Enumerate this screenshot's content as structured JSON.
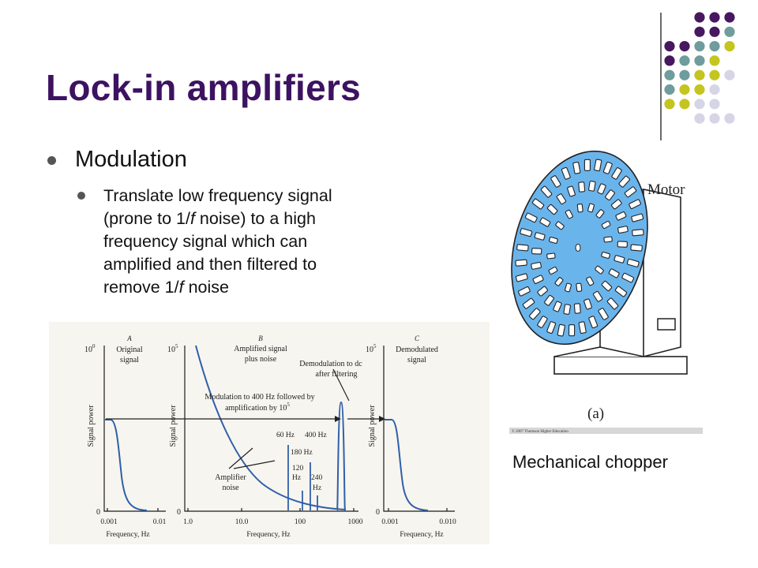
{
  "slide": {
    "title": "Lock-in amplifiers",
    "bullet1": "Modulation",
    "bullet2_lines": [
      [
        "Translate low frequency signal"
      ],
      [
        "(prone to 1/",
        "f",
        " noise) to a high"
      ],
      [
        "frequency signal which can"
      ],
      [
        "amplified and then filtered to"
      ],
      [
        "remove 1/",
        "f",
        " noise"
      ]
    ],
    "caption": "Mechanical chopper"
  },
  "figure": {
    "panel_a": {
      "letter": "A",
      "title_lines": [
        "Original",
        "signal"
      ],
      "y_top": "10",
      "y_top_exp": "0",
      "y_zero": "0",
      "ylabel": "Signal power",
      "x_ticks": [
        "0.001",
        "0.01"
      ],
      "xlabel": "Frequency, Hz"
    },
    "panel_b": {
      "letter": "B",
      "title_lines": [
        "Amplified signal",
        "plus noise"
      ],
      "y_top": "10",
      "y_top_exp": "5",
      "y_zero": "0",
      "ylabel": "Signal power",
      "x_ticks": [
        "1.0",
        "10.0",
        "100",
        "1000"
      ],
      "xlabel": "Frequency, Hz",
      "modulation_label_lines": [
        "Modulation to 400 Hz followed by",
        "amplification by 10"
      ],
      "modulation_exp": "5",
      "demod_label_lines": [
        "Demodulation to dc",
        "after filtering"
      ],
      "peak_labels": [
        "60 Hz",
        "400 Hz",
        "180 Hz",
        "120",
        "Hz",
        "240",
        "Hz"
      ],
      "noise_label_lines": [
        "Amplifier",
        "noise"
      ]
    },
    "panel_c": {
      "letter": "C",
      "title_lines": [
        "Demodulated",
        "signal"
      ],
      "y_top": "10",
      "y_top_exp": "5",
      "y_zero": "0",
      "ylabel": "Signal power",
      "x_ticks": [
        "0.001",
        "0.010"
      ],
      "xlabel": "Frequency, Hz"
    }
  },
  "chopper": {
    "motor_label": "Motor",
    "panel_label": "(a)",
    "copyright": "© 2007 Thomson Higher Education"
  },
  "colors": {
    "title": "#3d1261",
    "curve": "#2f5faa",
    "wheel": "#6ab4ec",
    "dot_purple": "#47175f",
    "dot_teal": "#6f9c9c",
    "dot_olive": "#c4c51e",
    "dot_lavender": "#d5d5e6"
  }
}
